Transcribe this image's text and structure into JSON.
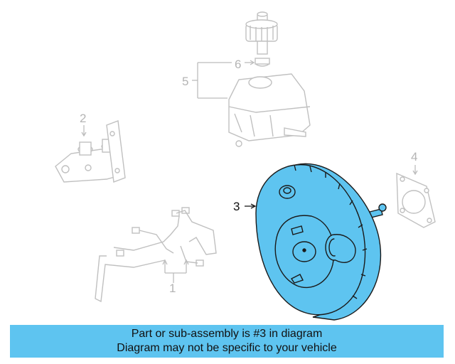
{
  "callouts": {
    "booster": "3",
    "gasket": "4",
    "reservoir": "5",
    "cap": "6",
    "master_cylinder": "2",
    "lines": "1"
  },
  "notice": {
    "line1": "Part or sub-assembly is #3 in diagram",
    "line2": "Diagram may not be specific to your vehicle"
  },
  "colors": {
    "highlight": "#5ec4f0",
    "banner": "#5ec4f0",
    "faded_line": "#bcbcbc",
    "outline": "#1a1a1a"
  }
}
